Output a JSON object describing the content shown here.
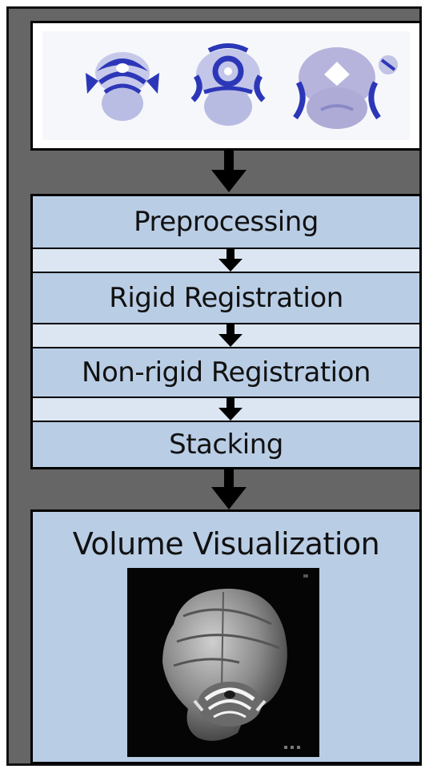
{
  "stages": [
    {
      "label": "Preprocessing"
    },
    {
      "label": "Rigid Registration"
    },
    {
      "label": "Non-rigid Registration"
    },
    {
      "label": "Stacking"
    }
  ],
  "output": {
    "label": "Volume Visualization"
  },
  "colors": {
    "background": "#666666",
    "stage_fill": "#b9cde5",
    "gap_fill": "#dce6f2",
    "stain_blue": "#3040c0",
    "arrow": "#000000"
  },
  "icons": [
    "brain-section-image",
    "arrow-down-icon",
    "volume-render-image"
  ]
}
